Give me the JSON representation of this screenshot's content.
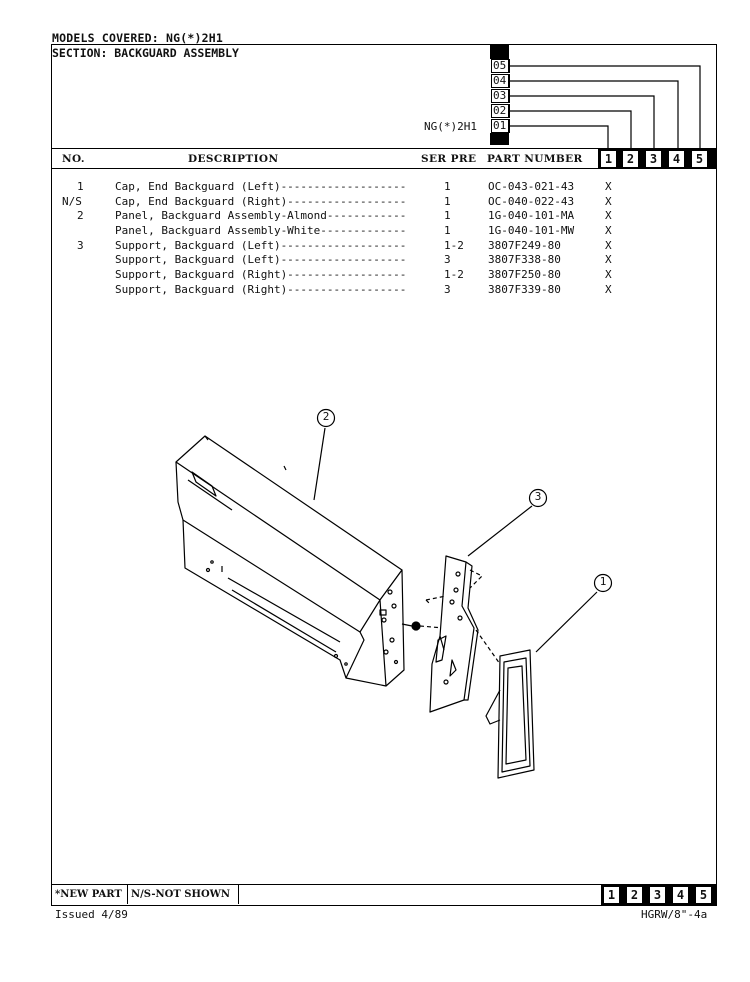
{
  "header": {
    "models_covered": "MODELS COVERED:  NG(*)2H1",
    "section": "SECTION:  BACKGUARD ASSEMBLY"
  },
  "model_codes": [
    "05",
    "04",
    "03",
    "02",
    "01"
  ],
  "model_name": "NG(*)2H1",
  "columns": {
    "no": "NO.",
    "description": "DESCRIPTION",
    "ser_pre": "SER PRE",
    "part_number": "PART NUMBER",
    "model_numbers": [
      "1",
      "2",
      "3",
      "4",
      "5"
    ]
  },
  "parts": [
    {
      "no": "1",
      "description": "Cap, End Backguard (Left)-------------------",
      "ser_pre": "1",
      "part_number": "OC-043-021-43",
      "mark": "X"
    },
    {
      "no": "N/S",
      "description": "Cap, End Backguard (Right)------------------",
      "ser_pre": "1",
      "part_number": "OC-040-022-43",
      "mark": "X"
    },
    {
      "no": "2",
      "description": "Panel, Backguard Assembly-Almond------------",
      "ser_pre": "1",
      "part_number": "1G-040-101-MA",
      "mark": "X"
    },
    {
      "no": "",
      "description": "Panel, Backguard Assembly-White-------------",
      "ser_pre": "1",
      "part_number": "1G-040-101-MW",
      "mark": "X"
    },
    {
      "no": "3",
      "description": "Support, Backguard (Left)-------------------",
      "ser_pre": "1-2",
      "part_number": "3807F249-80",
      "mark": "X"
    },
    {
      "no": "",
      "description": "Support, Backguard (Left)-------------------",
      "ser_pre": "3",
      "part_number": "3807F338-80",
      "mark": "X"
    },
    {
      "no": "",
      "description": "Support, Backguard (Right)------------------",
      "ser_pre": "1-2",
      "part_number": "3807F250-80",
      "mark": "X"
    },
    {
      "no": "",
      "description": "Support, Backguard (Right)------------------",
      "ser_pre": "3",
      "part_number": "3807F339-80",
      "mark": "X"
    }
  ],
  "callouts": [
    "2",
    "3",
    "1"
  ],
  "footer": {
    "new_part": "*NEW PART",
    "not_shown": "N/S-NOT SHOWN",
    "model_numbers": [
      "1",
      "2",
      "3",
      "4",
      "5"
    ],
    "issued": "Issued 4/89",
    "doc_number": "HGRW/8\"-4a"
  }
}
